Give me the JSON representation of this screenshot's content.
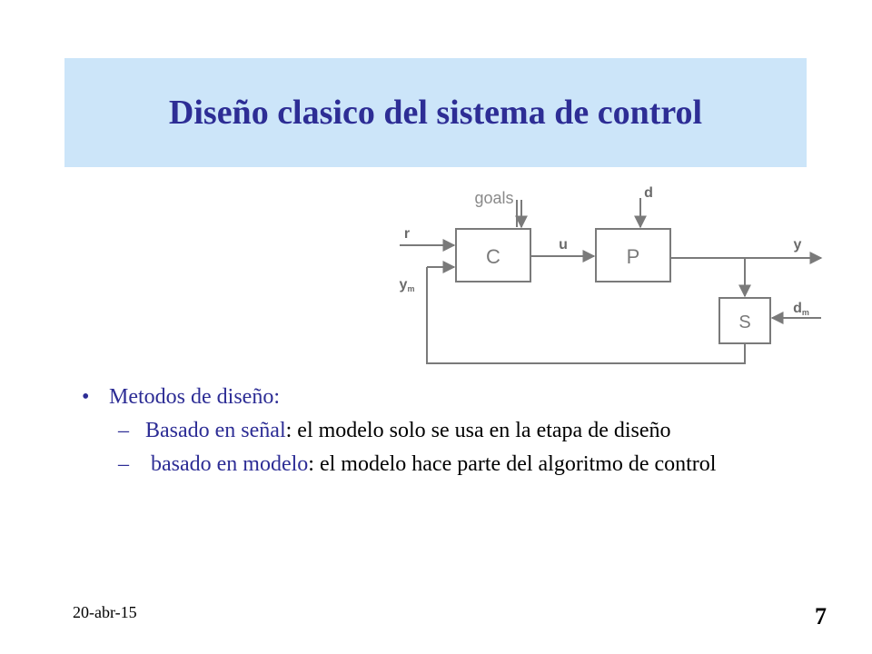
{
  "slide": {
    "title": "Diseño clasico del sistema de control",
    "footer_date": "20-abr-15",
    "page_number": "7"
  },
  "diagram": {
    "blocks": [
      "C",
      "P",
      "S"
    ],
    "signals": {
      "goals": "goals",
      "d": "d",
      "r": "r",
      "u": "u",
      "y": "y",
      "ym_main": "y",
      "ym_sub": "m",
      "dm_main": "d",
      "dm_sub": "m"
    }
  },
  "bullets": {
    "main": "Metodos de diseño:",
    "items": [
      {
        "dash": "–",
        "key": "Basado en señal",
        "rest": ": el modelo solo se usa en la etapa de diseño"
      },
      {
        "dash": "–",
        "key": " basado en modelo",
        "rest": ": el modelo hace parte del algoritmo de control"
      }
    ]
  },
  "colors": {
    "title_band": "#cce5f9",
    "title_text": "#2d2d95",
    "accent_text": "#2d2d95",
    "diagram_line": "#7a7a7a"
  }
}
